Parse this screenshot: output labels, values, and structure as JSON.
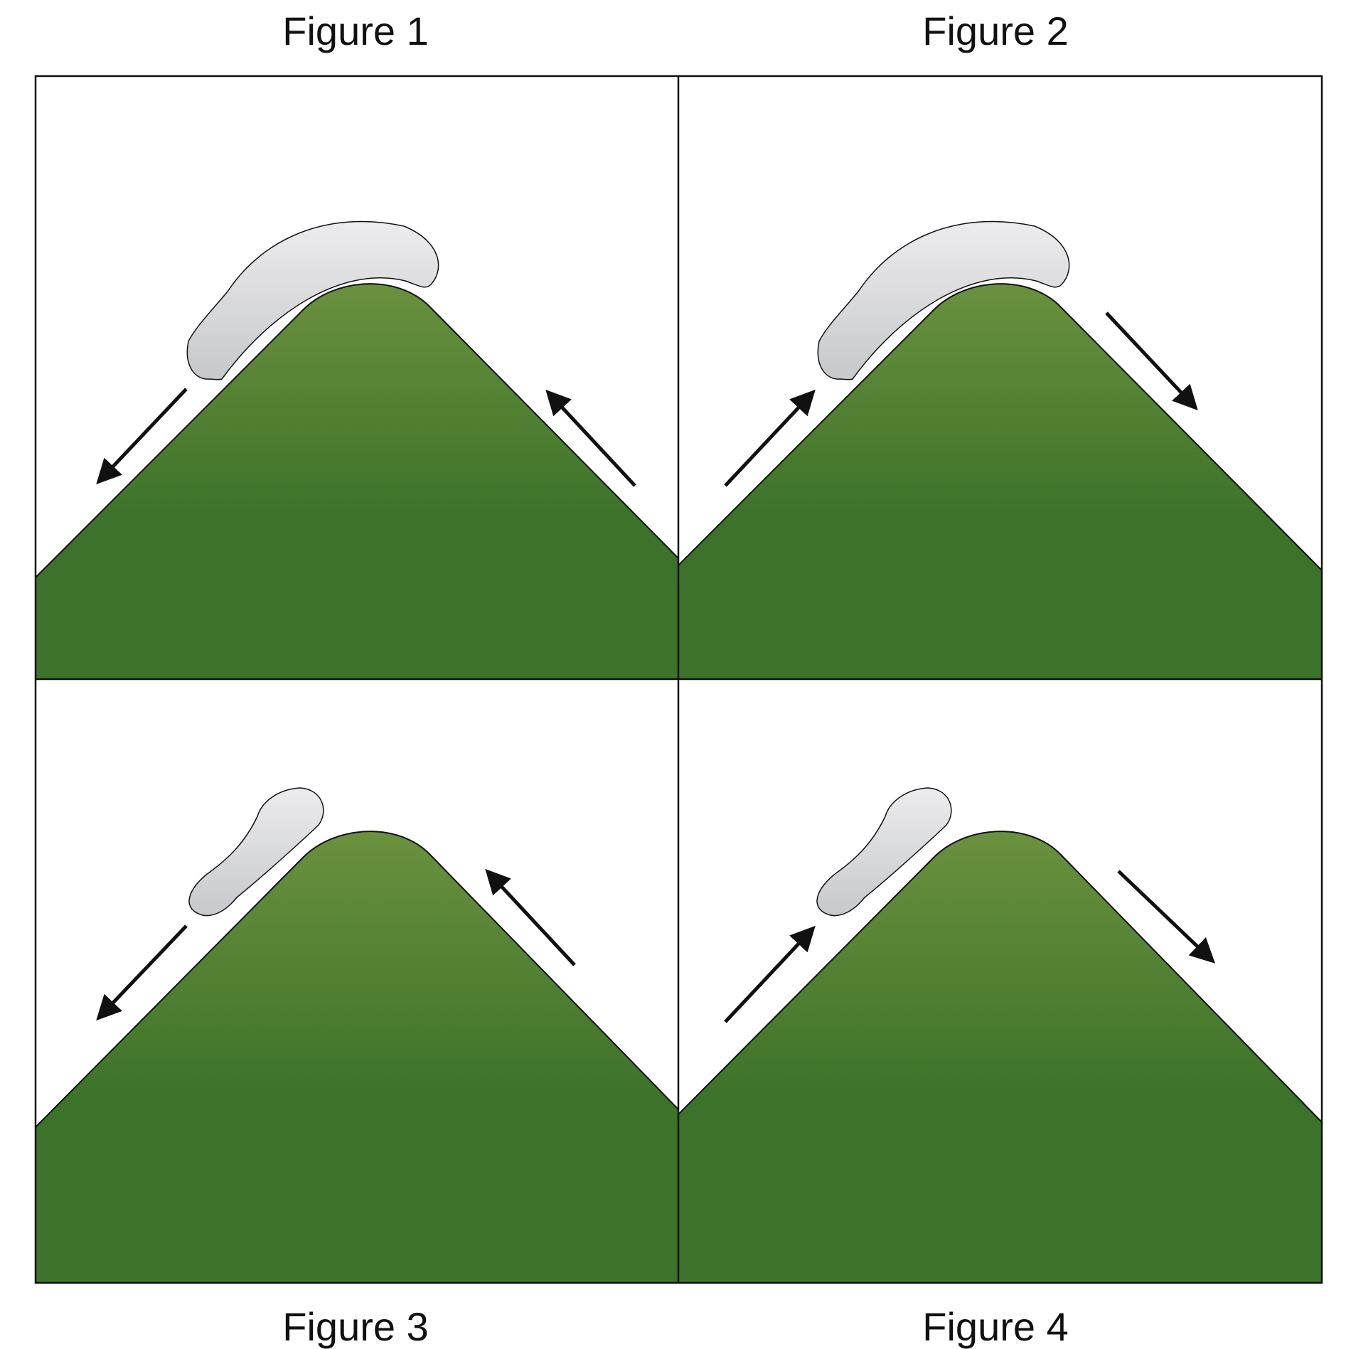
{
  "figures": [
    {
      "caption": "Figure 1"
    },
    {
      "caption": "Figure 2"
    },
    {
      "caption": "Figure 3"
    },
    {
      "caption": "Figure 4"
    }
  ],
  "colors": {
    "mountain_top": "#6a913e",
    "mountain_bottom": "#3c7229",
    "cloud_light": "#ececee",
    "cloud_dark": "#c7c8cb",
    "outline": "#111111"
  }
}
